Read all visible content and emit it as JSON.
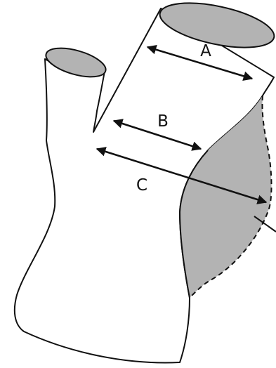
{
  "labels": {
    "a": "A",
    "b": "B",
    "c": "C"
  },
  "colors": {
    "stroke": "#111111",
    "fill_gray": "#b3b3b3",
    "background": "#ffffff"
  }
}
